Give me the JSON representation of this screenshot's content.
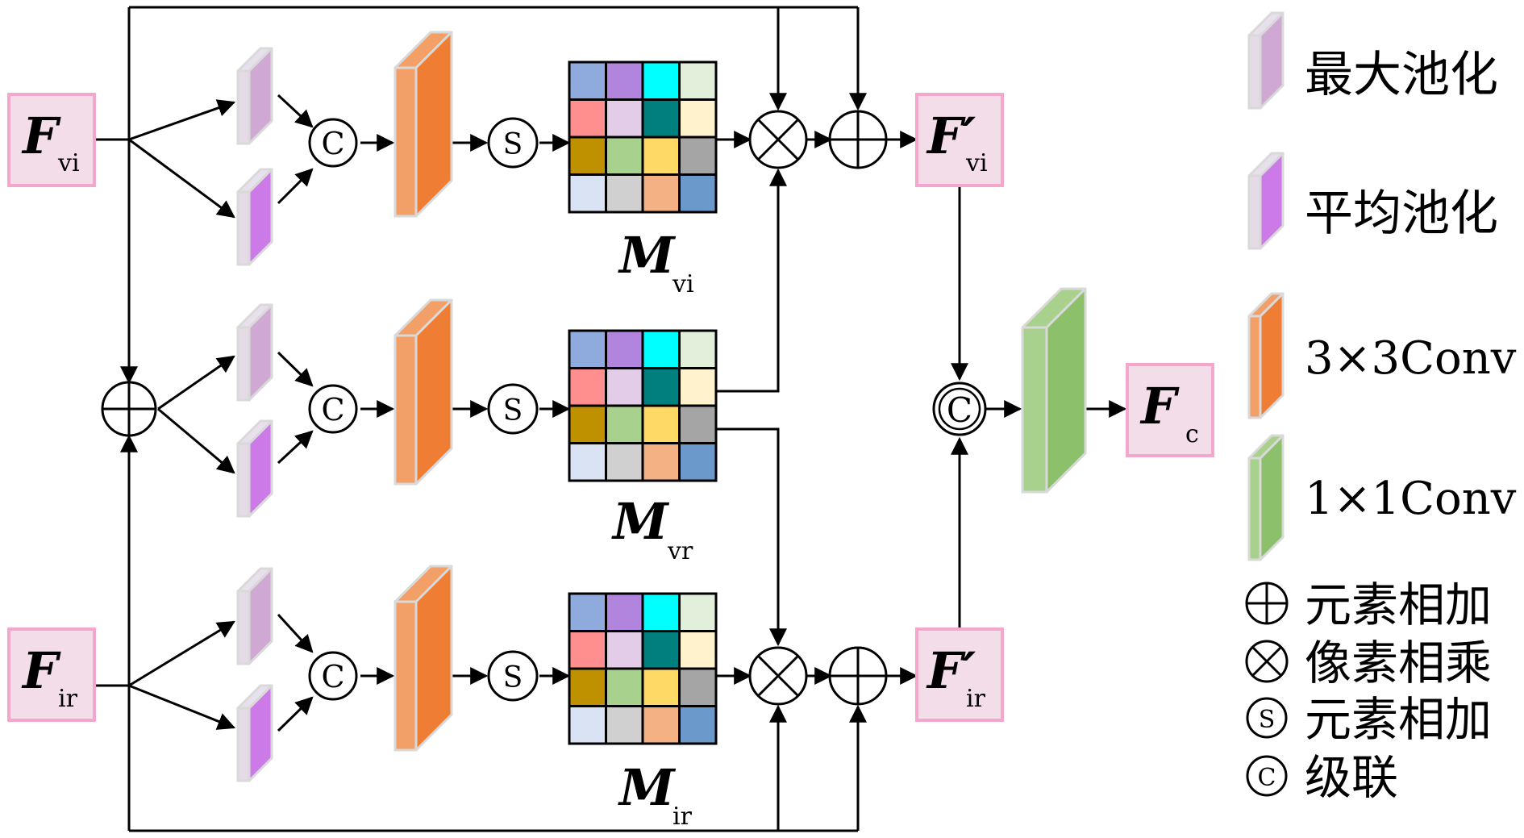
{
  "labels": {
    "f_vi": {
      "main": "F",
      "sub": "vi"
    },
    "f_ir": {
      "main": "F",
      "sub": "ir"
    },
    "f_vi_out": {
      "main": "F′",
      "sub": "vi"
    },
    "f_ir_out": {
      "main": "F′",
      "sub": "ir"
    },
    "f_c": {
      "main": "F",
      "sub": "c"
    },
    "m_vi": {
      "main": "M",
      "sub": "vi"
    },
    "m_vr": {
      "main": "M",
      "sub": "vr"
    },
    "m_ir": {
      "main": "M",
      "sub": "ir"
    }
  },
  "symbols": {
    "concat": "C",
    "softmax": "S"
  },
  "legend": {
    "max_pool": "最大池化",
    "avg_pool": "平均池化",
    "conv3": "3×3Conv",
    "conv1": "1×1Conv",
    "add": "元素相加",
    "mul": "像素相乘",
    "softmax": "元素相加",
    "concat": "级联"
  },
  "colors": {
    "label_fill": "#f2dde8",
    "label_border": "#f4a6cd",
    "max_pool": "#cfa9d4",
    "avg_pool": "#cc7ae8",
    "conv3": "#ef7e34",
    "conv3_light": "#f2a067",
    "conv1": "#8cc06a",
    "conv1_light": "#a9d18e",
    "block_border": "#d9d9d9",
    "line": "#000000"
  },
  "matrix_colors": [
    [
      "#8faadc",
      "#b185de",
      "#00ffff",
      "#e2efda"
    ],
    [
      "#ff8f8f",
      "#e2cce8",
      "#007f7f",
      "#fff2cc"
    ],
    [
      "#bf9000",
      "#a9d18e",
      "#ffd966",
      "#a5a5a5"
    ],
    [
      "#dae3f3",
      "#d0d0d0",
      "#f4b183",
      "#6c99cc"
    ]
  ]
}
